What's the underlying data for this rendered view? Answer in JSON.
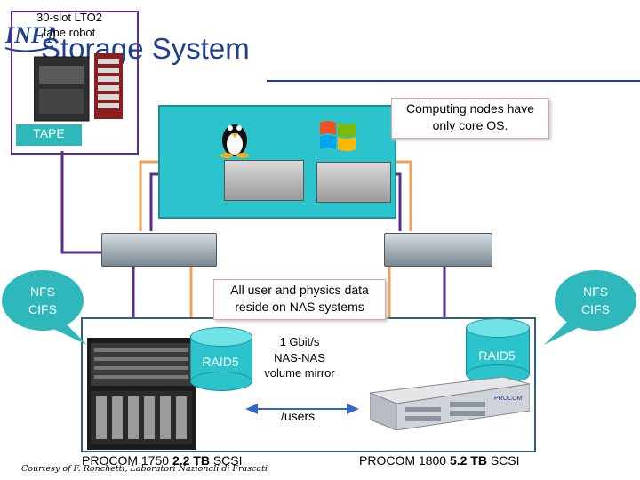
{
  "title": "Storage System",
  "tape_robot_label_line1": "30-slot LTO2",
  "tape_robot_label_line2": "tape robot",
  "tape_badge": "TAPE",
  "computing_note": "Computing nodes have only core OS.",
  "nfs_left": "NFS\nCIFS",
  "nfs_right": "NFS\nCIFS",
  "nas_note": "All user and physics data reside on NAS systems",
  "raid_left": "RAID5",
  "raid_right": "RAID5",
  "mirror_note": "1 Gbit/s\nNAS-NAS\nvolume mirror",
  "users_label": "/users",
  "procom1750": {
    "name": "PROCOM 1750 ",
    "size": "2.2 TB",
    "iface": " SCSI"
  },
  "procom1800": {
    "name": "PROCOM 1800 ",
    "size": "5.2 TB",
    "iface": " SCSI"
  },
  "courtesy": "Courtesy of F. Ronchetti, Laboratori Nazionali di Frascati",
  "colors": {
    "title": "#1f3f8f",
    "teal": "#2cc4cc",
    "purple": "#5b2d8c",
    "orange": "#f0a050",
    "bracket": "#2e5f8a"
  },
  "icons": [
    "infn-logo",
    "tux-penguin-icon",
    "windows-flag-icon",
    "tape-robot-image",
    "server-image",
    "network-switch-image",
    "procom-1750-image",
    "procom-1800-image"
  ]
}
